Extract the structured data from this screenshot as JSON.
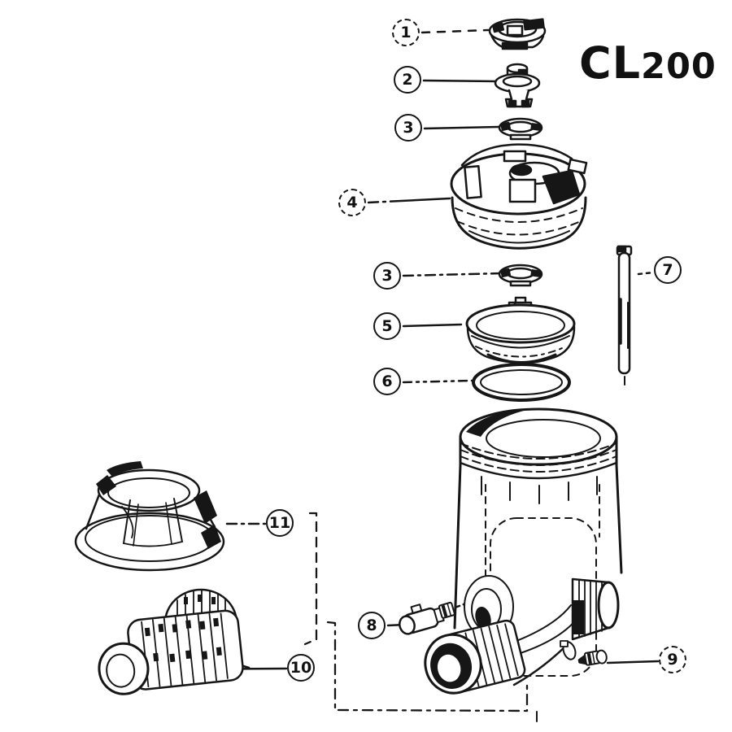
{
  "title": {
    "prefix": "CL",
    "suffix": "200"
  },
  "callouts": [
    {
      "number": "1"
    },
    {
      "number": "2"
    },
    {
      "number": "3"
    },
    {
      "number": "4"
    },
    {
      "number": "3"
    },
    {
      "number": "5"
    },
    {
      "number": "6"
    },
    {
      "number": "7"
    },
    {
      "number": "8"
    },
    {
      "number": "9"
    },
    {
      "number": "10"
    },
    {
      "number": "11"
    }
  ]
}
